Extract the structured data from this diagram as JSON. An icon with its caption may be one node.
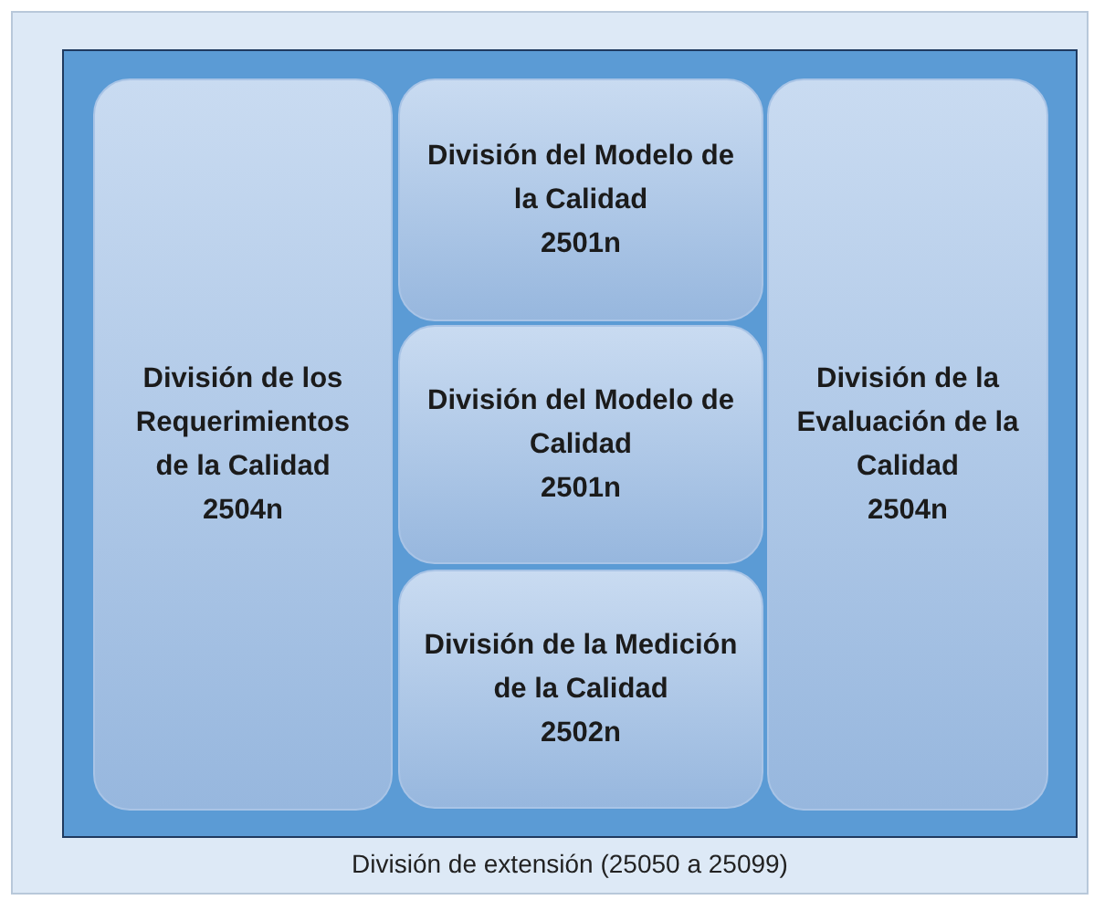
{
  "diagram": {
    "nodes": [
      {
        "text": [
          "División de extensión (25050 a 25099)"
        ]
      },
      {
        "text": [
          "División de los Requerimientos de la Calidad",
          "2504n"
        ],
        "in": 0
      },
      {
        "text": [
          "División del Modelo de la Calidad",
          "2501n"
        ],
        "in": 0
      },
      {
        "text": [
          "División del Modelo de Calidad",
          "2501n"
        ],
        "in": 0
      },
      {
        "text": [
          "División de la Medición de la Calidad",
          "2502n"
        ],
        "in": 0
      },
      {
        "text": [
          "División de la Evaluación de la Calidad",
          "2504n"
        ],
        "in": 0
      }
    ],
    "edges": []
  }
}
